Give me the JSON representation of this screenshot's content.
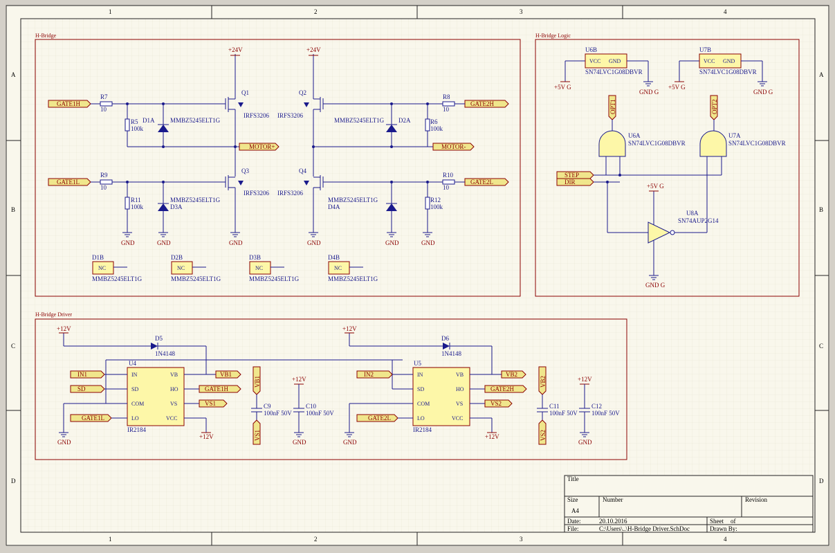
{
  "border": {
    "columns": [
      "1",
      "2",
      "3",
      "4"
    ],
    "rows": [
      "A",
      "B",
      "C",
      "D"
    ]
  },
  "sections": {
    "hbridge": "H-Bridge",
    "logic": "H-Bridge Logic",
    "driver": "H-Bridge Driver"
  },
  "power": {
    "v24a": "+24V",
    "v24b": "+24V",
    "v12a": "+12V",
    "v12b": "+12V",
    "v12c": "+12V",
    "v12d": "+12V",
    "v12e": "+12V",
    "v12f": "+12V",
    "v5a": "+5V G",
    "v5b": "+5V G",
    "v5c": "+5V G",
    "gnd": "GND",
    "gndg": "GND G"
  },
  "ports": {
    "gate1h": "GATE1H",
    "gate1l": "GATE1L",
    "gate2h": "GATE2H",
    "gate2l": "GATE2L",
    "motor_p": "MOTOR+",
    "motor_n": "MOTOR-",
    "step": "STEP",
    "dir": "DIR",
    "opt1": "OPT1",
    "opt2": "OPT2",
    "in1": "IN1",
    "in2": "IN2",
    "sd": "SD",
    "vb1": "VB1",
    "vb2": "VB2",
    "vs1": "VS1",
    "vs2": "VS2"
  },
  "components": {
    "r5": "R5",
    "r5v": "100k",
    "r6": "R6",
    "r6v": "100k",
    "r7": "R7",
    "r7v": "10",
    "r8": "R8",
    "r8v": "10",
    "r9": "R9",
    "r9v": "10",
    "r10": "R10",
    "r10v": "10",
    "r11": "R11",
    "r11v": "100k",
    "r12": "R12",
    "r12v": "100k",
    "q1": "Q1",
    "q2": "Q2",
    "q3": "Q3",
    "q4": "Q4",
    "mosfet": "IRFS3206",
    "zener": "MMBZ5245ELT1G",
    "d1a": "D1A",
    "d2a": "D2A",
    "d3a": "D3A",
    "d4a": "D4A",
    "d1b": "D1B",
    "d2b": "D2B",
    "d3b": "D3B",
    "d4b": "D4B",
    "nc": "NC",
    "d5": "D5",
    "d6": "D6",
    "diode": "1N4148",
    "u4": "U4",
    "u5": "U5",
    "driver_ic": "IR2184",
    "u6a": "U6A",
    "u6b": "U6B",
    "u7a": "U7A",
    "u7b": "U7B",
    "and_gate": "SN74LVC1G08DBVR",
    "u8a": "U8A",
    "xor_gate": "SN74AUP2G14",
    "c9": "C9",
    "c10": "C10",
    "c11": "C11",
    "c12": "C12",
    "cap": "100nF 50V",
    "vcc": "VCC",
    "gndpin": "GND"
  },
  "ic_pins": {
    "in": "IN",
    "sd": "SD",
    "com": "COM",
    "lo": "LO",
    "vb": "VB",
    "ho": "HO",
    "vs": "VS",
    "vcc": "VCC"
  },
  "title_block": {
    "title_label": "Title",
    "size_label": "Size",
    "size_value": "A4",
    "number_label": "Number",
    "revision_label": "Revision",
    "date_label": "Date:",
    "date_value": "20.10.2016",
    "file_label": "File:",
    "file_value": "C:\\Users\\..\\H-Bridge Driver.SchDoc",
    "sheet_label": "Sheet",
    "of_label": "of",
    "drawn_label": "Drawn By:"
  },
  "colors": {
    "background": "#f2f1e6",
    "wire": "#1a1a8c",
    "border": "#8b0000",
    "component_fill": "#fdf7a8"
  }
}
